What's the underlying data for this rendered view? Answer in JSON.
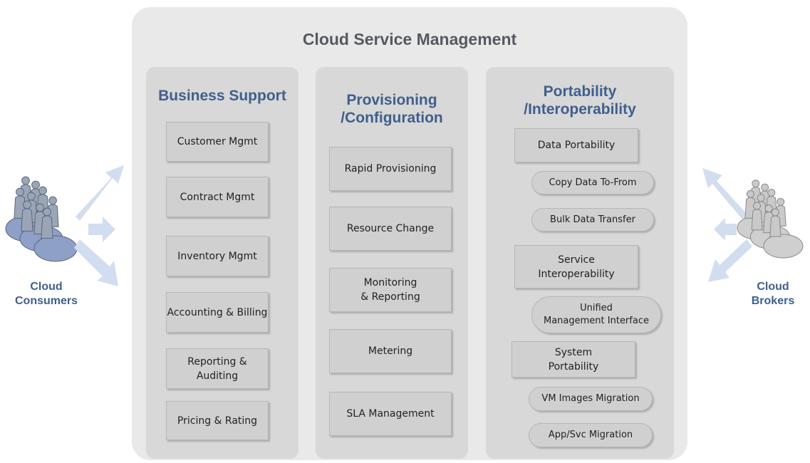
{
  "title": "Cloud Service Management",
  "columns": [
    {
      "title": "Business Support",
      "items": [
        "Customer Mgmt",
        "Contract Mgmt",
        "Inventory Mgmt",
        "Accounting & Billing",
        "Reporting & Auditing",
        "Pricing & Rating"
      ]
    },
    {
      "title": "Provisioning\n/Configuration",
      "items": [
        "Rapid Provisioning",
        "Resource Change",
        "Monitoring\n& Reporting",
        "Metering",
        "SLA Management"
      ]
    },
    {
      "title": "Portability\n/Interoperability",
      "items": [
        {
          "label": "Data Portability",
          "shape": "box"
        },
        {
          "label": "Copy Data To-From",
          "shape": "pill"
        },
        {
          "label": "Bulk Data Transfer",
          "shape": "pill"
        },
        {
          "label": "Service\nInteroperability",
          "shape": "box"
        },
        {
          "label": "Unified\nManagement Interface",
          "shape": "pill"
        },
        {
          "label": "System\nPortability",
          "shape": "box"
        },
        {
          "label": "VM Images Migration",
          "shape": "pill"
        },
        {
          "label": "App/Svc Migration",
          "shape": "pill"
        }
      ]
    }
  ],
  "actors": {
    "left": {
      "label": "Cloud\nConsumers",
      "icon": "user-group-icon",
      "color": "#8e9fc8"
    },
    "right": {
      "label": "Cloud\nBrokers",
      "icon": "user-group-icon",
      "color": "#cfcfcf"
    }
  },
  "colors": {
    "title": "#555a60",
    "column_title": "#3f5f8c",
    "arrow": "#d3ddf0"
  }
}
